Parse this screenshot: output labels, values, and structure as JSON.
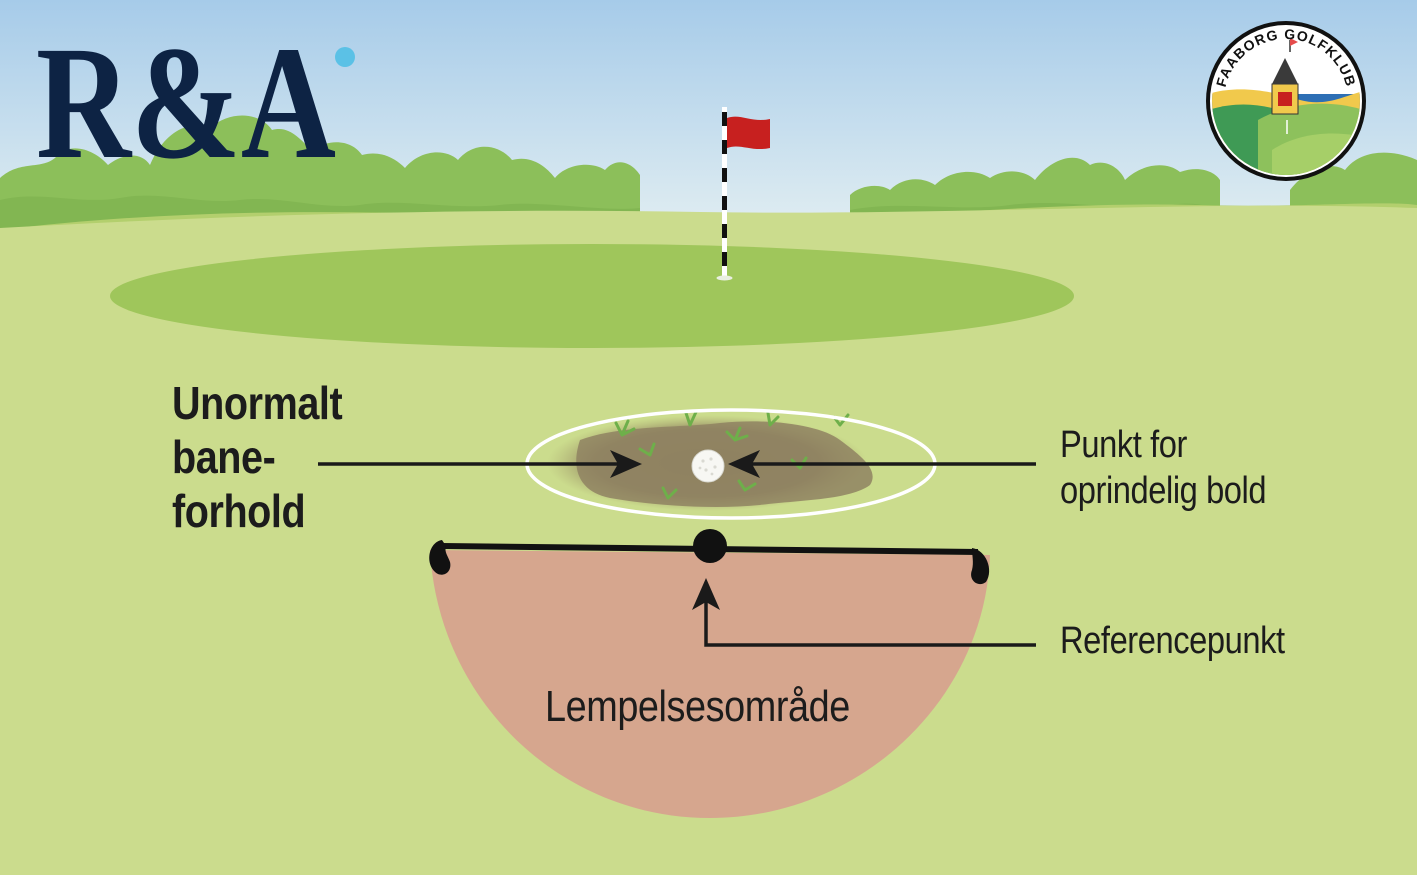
{
  "logo": {
    "text": "R&A",
    "color": "#0d2344",
    "dot_color": "#5bc1e6"
  },
  "club_badge": {
    "text": "FAABORG GOLFKLUB"
  },
  "labels": {
    "condition": [
      "Unormalt",
      "bane-",
      "forhold"
    ],
    "original_ball_point": [
      "Punkt for",
      "oprindelig bold"
    ],
    "reference_point": "Referencepunkt",
    "relief_area": "Lempelsesområde"
  },
  "colors": {
    "sky": "#b3d4ec",
    "fairway": "#cbdc8d",
    "green": "#9fc65b",
    "trees": "#8cbf5a",
    "flag": "#c7201f",
    "relief_area": "#d6a68e",
    "arrows": "#1a1a1a"
  },
  "icons": [
    "flagstick-icon",
    "golf-ball-icon",
    "reference-point-icon",
    "tee-marker-icon"
  ]
}
